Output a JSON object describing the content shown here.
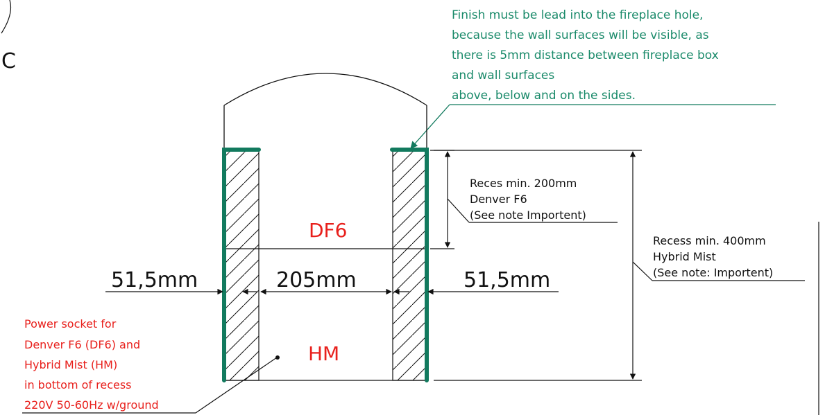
{
  "section_letter": "C",
  "finish_note": {
    "lines": [
      "Finish must be lead into the fireplace hole,",
      "because the wall surfaces will be visible, as",
      "there is 5mm distance between fireplace box",
      "and wall surfaces",
      "above, below and on the sides."
    ],
    "color": "#1a8a6a"
  },
  "labels": {
    "df6": "DF6",
    "hm": "HM",
    "label_color": "#e8201c"
  },
  "dimensions": {
    "left_width": "51,5mm",
    "center_width": "205mm",
    "right_width": "51,5mm"
  },
  "recess_df6_note": {
    "lines": [
      "Reces min. 200mm",
      "Denver F6",
      "(See note Importent)"
    ]
  },
  "recess_hm_note": {
    "lines": [
      "Recess min. 400mm",
      "Hybrid Mist",
      "(See note: Importent)"
    ]
  },
  "power_note": {
    "lines": [
      "Power socket for",
      "Denver F6 (DF6) and",
      "Hybrid Mist (HM)",
      "in bottom of recess",
      "220V 50-60Hz w/ground"
    ],
    "color": "#e8201c"
  },
  "colors": {
    "line": "#111111",
    "wall_finish": "#127a5e"
  }
}
